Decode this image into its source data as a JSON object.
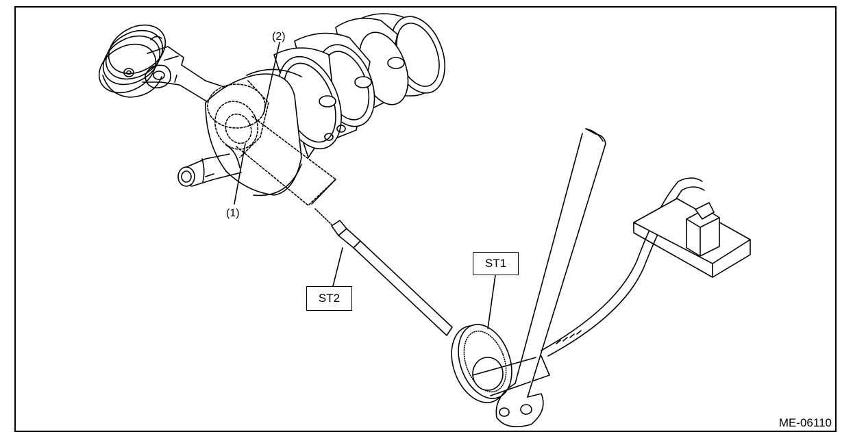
{
  "callouts": {
    "part_1": "(1)",
    "part_2": "(2)"
  },
  "tools": {
    "st1": "ST1",
    "st2": "ST2"
  },
  "figure_id": "ME-06110",
  "colors": {
    "line": "#000000",
    "background": "#ffffff"
  }
}
